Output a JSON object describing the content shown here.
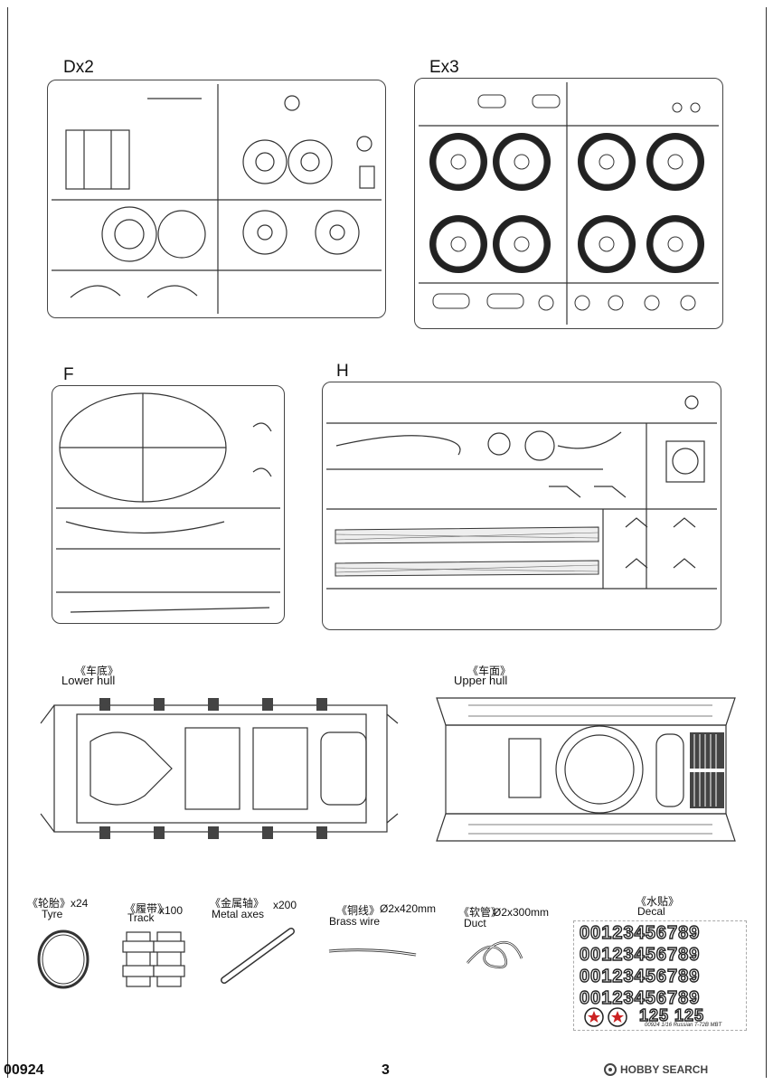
{
  "sprues": {
    "D": {
      "label": "Dx2"
    },
    "E": {
      "label": "Ex3"
    },
    "F": {
      "label": "F"
    },
    "H": {
      "label": "H"
    }
  },
  "hulls": {
    "lower": {
      "zh": "《车底》",
      "en": "Lower hull"
    },
    "upper": {
      "zh": "《车面》",
      "en": "Upper hull"
    }
  },
  "accessories": {
    "tyre": {
      "zh": "《轮胎》",
      "qty": "x24",
      "en": "Tyre"
    },
    "track": {
      "zh": "《履带》",
      "qty": "x100",
      "en": "Track"
    },
    "axes": {
      "zh": "《金属轴》",
      "qty": "x200",
      "en": "Metal  axes"
    },
    "brass": {
      "zh": "《铜线》",
      "qty": "Ø2x420mm",
      "en": "Brass wire"
    },
    "duct": {
      "zh": "《软管》",
      "qty": "Ø2x300mm",
      "en": "Duct"
    },
    "decal": {
      "zh": "《水贴》",
      "en": "Decal"
    }
  },
  "decal_sheet": {
    "row1": "00123456789",
    "row2": "00123456789",
    "row3": "00123456789",
    "row4": "00123456789",
    "big": "125 125",
    "footer": "00924 1/16 Russian T-72B MBT"
  },
  "footer": {
    "product_code": "00924",
    "page_number": "3",
    "watermark": "HOBBY SEARCH"
  }
}
